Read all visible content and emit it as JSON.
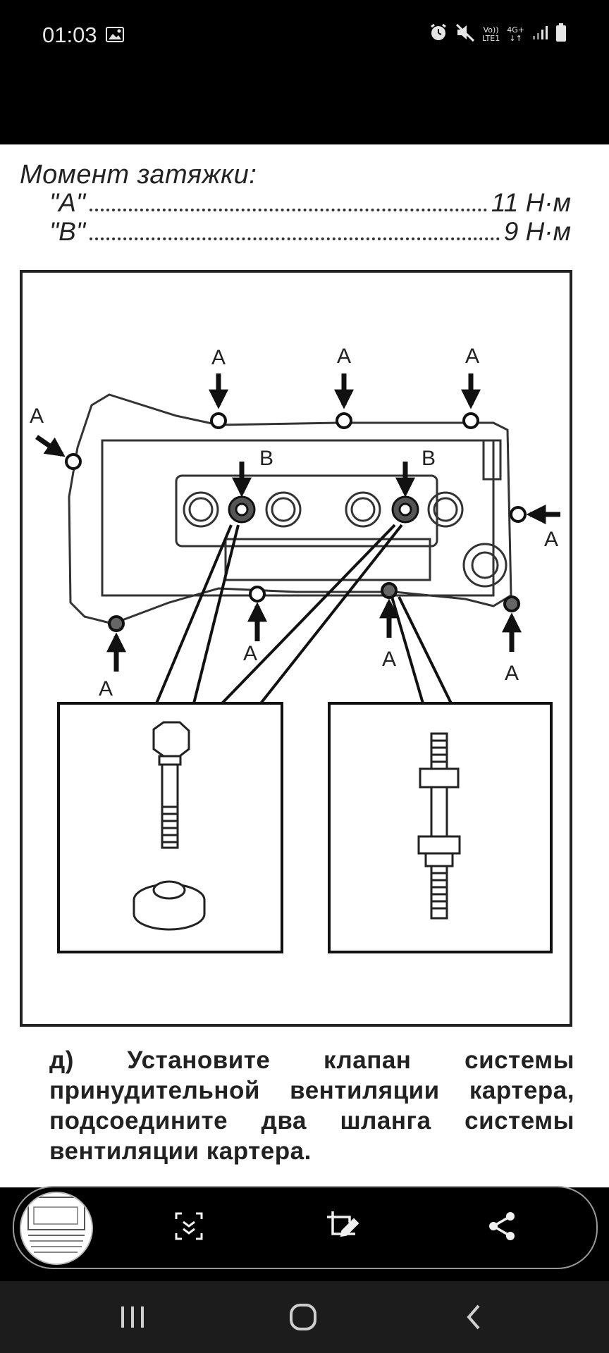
{
  "status_bar": {
    "time": "01:03",
    "network_top": "Vo))",
    "network_bottom": "LTE1",
    "network_type": "4G+",
    "icons": [
      "image-icon",
      "alarm-icon",
      "mute-icon",
      "signal-icon",
      "battery-icon"
    ]
  },
  "document": {
    "torque_title": "Момент затяжки:",
    "torque_rows": [
      {
        "label": "\"A\"",
        "value": "11 Н·м"
      },
      {
        "label": "\"B\"",
        "value": "9 Н·м"
      }
    ],
    "diagram_labels": {
      "a": "A",
      "b": "B"
    },
    "instruction": "д) Установите клапан системы принудительной вентиляции картера, подсоедините два шланга системы вентиляции картера."
  },
  "share_bar": {
    "buttons": [
      "thumbnail-preview",
      "smart-select-icon",
      "edit-icon",
      "share-icon"
    ]
  },
  "nav_bar": {
    "buttons": [
      "recents-icon",
      "home-icon",
      "back-icon"
    ]
  },
  "colors": {
    "background": "#000000",
    "document": "#ffffff",
    "ink": "#222222",
    "nav": "#1c1c1c"
  }
}
